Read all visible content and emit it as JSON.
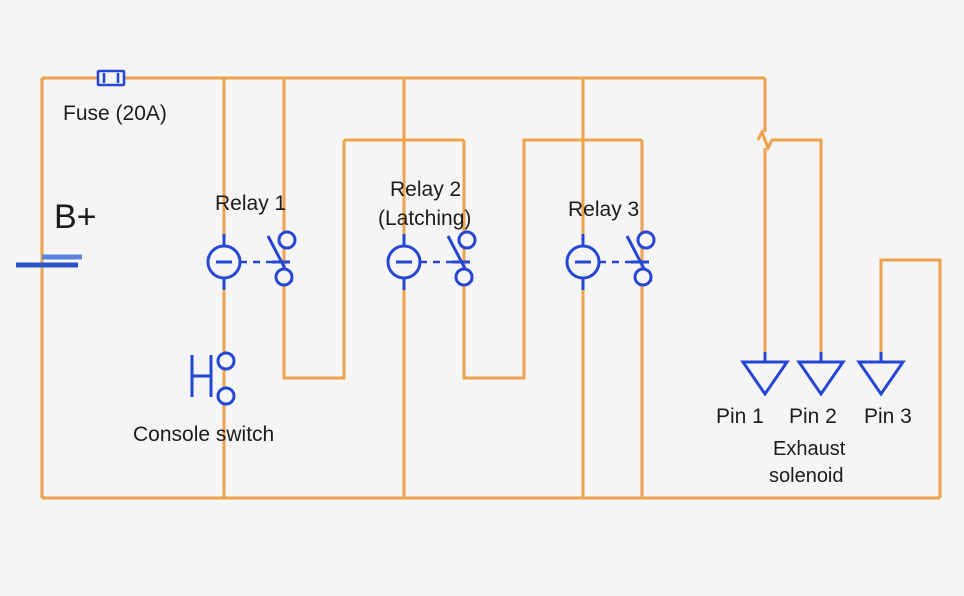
{
  "diagram": {
    "title": "Relay / exhaust solenoid wiring schematic",
    "colors": {
      "wire": "#eda24c",
      "symbol": "#2647d4",
      "background": "#f5f5f5",
      "text": "#1c1c1c"
    },
    "labels": {
      "fuse": "Fuse (20A)",
      "battery": "B+",
      "relay1": "Relay 1",
      "relay2_line1": "Relay 2",
      "relay2_line2": "(Latching)",
      "relay3": "Relay 3",
      "console_switch": "Console switch",
      "pin1": "Pin 1",
      "pin2": "Pin 2",
      "pin3": "Pin 3",
      "solenoid_line1": "Exhaust",
      "solenoid_line2": "solenoid"
    },
    "components": [
      {
        "id": "fuse",
        "type": "fuse",
        "label": "Fuse (20A)",
        "rating": "20A"
      },
      {
        "id": "battery",
        "type": "battery",
        "label": "B+"
      },
      {
        "id": "relay1",
        "type": "relay",
        "label": "Relay 1",
        "latching": false
      },
      {
        "id": "relay2",
        "type": "relay",
        "label": "Relay 2 (Latching)",
        "latching": true
      },
      {
        "id": "relay3",
        "type": "relay",
        "label": "Relay 3",
        "latching": false
      },
      {
        "id": "console-switch",
        "type": "switch",
        "label": "Console switch"
      },
      {
        "id": "pin1",
        "type": "terminal",
        "label": "Pin 1"
      },
      {
        "id": "pin2",
        "type": "terminal",
        "label": "Pin 2"
      },
      {
        "id": "pin3",
        "type": "terminal",
        "label": "Pin 3"
      },
      {
        "id": "exhaust-solenoid",
        "type": "load",
        "label": "Exhaust solenoid"
      }
    ]
  }
}
